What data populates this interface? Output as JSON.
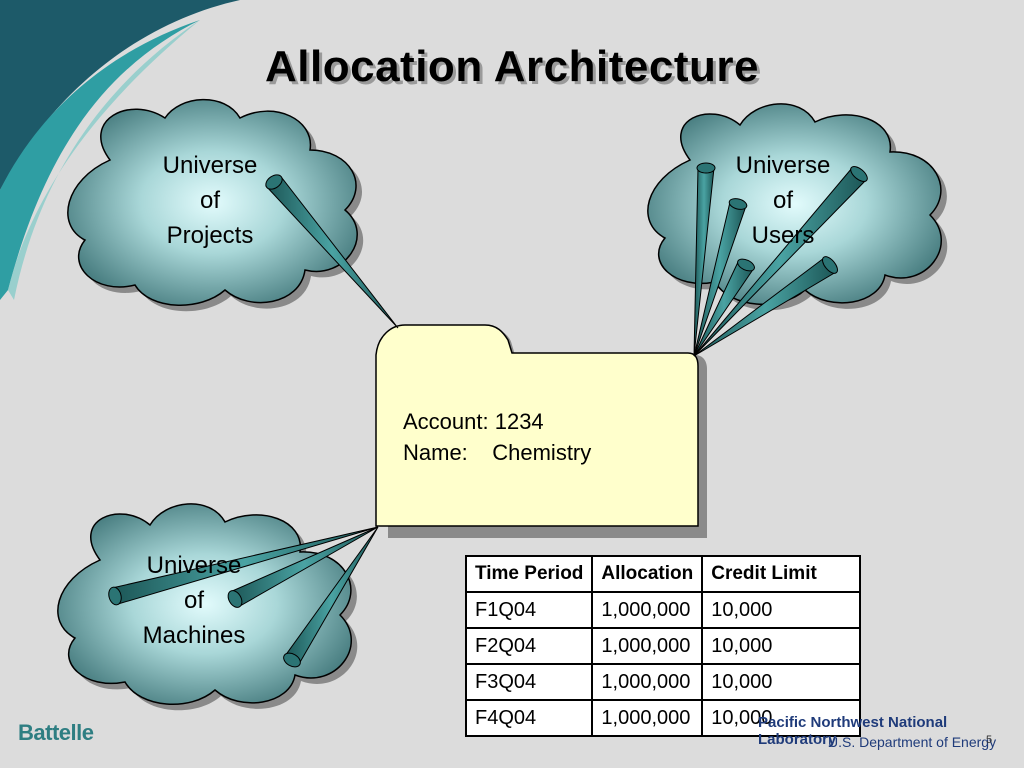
{
  "title": "Allocation Architecture",
  "clouds": {
    "projects": [
      "Universe",
      "of",
      "Projects"
    ],
    "users": [
      "Universe",
      "of",
      "Users"
    ],
    "machines": [
      "Universe",
      "of",
      "Machines"
    ]
  },
  "folder": {
    "account_line": "Account: 1234",
    "name_line": "Name:    Chemistry"
  },
  "table": {
    "headers": [
      "Time Period",
      "Allocation",
      "Credit Limit"
    ],
    "rows": [
      [
        "F1Q04",
        "1,000,000",
        "10,000"
      ],
      [
        "F2Q04",
        "1,000,000",
        "10,000"
      ],
      [
        "F3Q04",
        "1,000,000",
        "10,000"
      ],
      [
        "F4Q04",
        "1,000,000",
        "10,000"
      ]
    ]
  },
  "footer": {
    "left_logo": "Battelle",
    "lab_name": "Pacific Northwest National Laboratory",
    "doe": "U.S. Department of Energy",
    "page": "5"
  },
  "colors": {
    "background": "#dcdcdc",
    "swoosh_dark": "#1d5a69",
    "swoosh_teal": "#2f9ea3",
    "cloud_center": "#d8f5f6",
    "cloud_edge": "#4f8487",
    "tube": "#2b7474",
    "folder": "#ffffcc"
  }
}
